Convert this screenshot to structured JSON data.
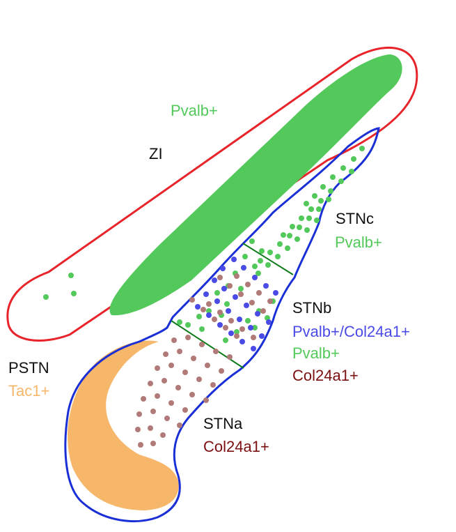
{
  "regions": {
    "zi": {
      "name": "ZI",
      "marker": "Pvalb+"
    },
    "stnc": {
      "name": "STNc",
      "marker": "Pvalb+"
    },
    "stnb": {
      "name": "STNb",
      "markers": [
        "Pvalb+/Col24a1+",
        "Pvalb+",
        "Col24a1+"
      ]
    },
    "stna": {
      "name": "STNa",
      "marker": "Col24a1+"
    },
    "pstn": {
      "name": "PSTN",
      "marker": "Tac1+"
    }
  },
  "colors": {
    "zi_outline": "#e8232a",
    "stn_outline": "#1a2fd6",
    "divider": "#0b7a18",
    "pvalb": "#52c95a",
    "pvalb_col24a1": "#4a4ae6",
    "col24a1": "#b07a78",
    "col24a1_text": "#7a1010",
    "tac1": "#f7b76b",
    "label": "#111111"
  }
}
